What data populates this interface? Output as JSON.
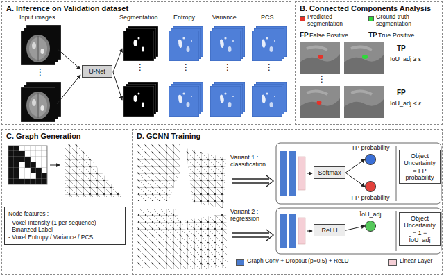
{
  "diagram": {
    "nodes": [
      {
        "text": [
          "A. Inference on Validation dataset"
        ]
      },
      {
        "text": [
          "U-Net"
        ],
        "in": 0
      },
      {
        "text": [
          "B. Connected Components Analysis"
        ]
      },
      {
        "text": [
          "C. Graph Generation"
        ]
      },
      {
        "text": [
          "Node features :",
          "- Voxel Intensity (1 per sequence)",
          "- Binarized Label",
          "- Voxel Entropy / Variance / PCS"
        ],
        "in": 3
      },
      {
        "text": [
          "D. GCNN Training"
        ]
      },
      {
        "text": [
          "Softmax"
        ],
        "in": 5
      },
      {
        "text": [
          "TP probability"
        ],
        "in": 5
      },
      {
        "text": [
          "FP probability"
        ],
        "in": 5
      },
      {
        "text": [
          "Object Uncertainty = FP probability"
        ],
        "in": 5
      },
      {
        "text": [
          "ReLU"
        ],
        "in": 5
      },
      {
        "text": [
          "ÎoU_adj"
        ],
        "in": 5
      },
      {
        "text": [
          "Object Uncertainty = 1 − ÎoU_adj"
        ],
        "in": 5
      }
    ],
    "edges": [
      {
        "from": 6,
        "to": 7,
        "arrow": "to"
      },
      {
        "from": 6,
        "to": 8,
        "arrow": "to"
      },
      {
        "from": 10,
        "to": 11,
        "arrow": "to"
      }
    ],
    "labels": [
      "Input images",
      "Segmentation",
      "Entropy",
      "Variance",
      "PCS",
      "⋮",
      "⋮",
      "⋮",
      "⋮",
      "⋮",
      "FP",
      "False Positive",
      "TP",
      "True Positive",
      "TP",
      "IoU_adj ≥ ε",
      "⋮",
      "FP",
      "IoU_adj < ε",
      "Variant 1 : classification",
      "Variant 2 : regression"
    ],
    "legend": [
      {
        "text": "Predicted segmentation",
        "color": "#e5332a"
      },
      {
        "text": "Ground truth segmentation",
        "color": "#2fd93a"
      },
      {
        "text": "Graph Conv + Dropout (p=0.5) + ReLU",
        "color": "#4a7bd0"
      },
      {
        "text": "Linear Layer",
        "color": "#f5cfd6"
      }
    ]
  }
}
